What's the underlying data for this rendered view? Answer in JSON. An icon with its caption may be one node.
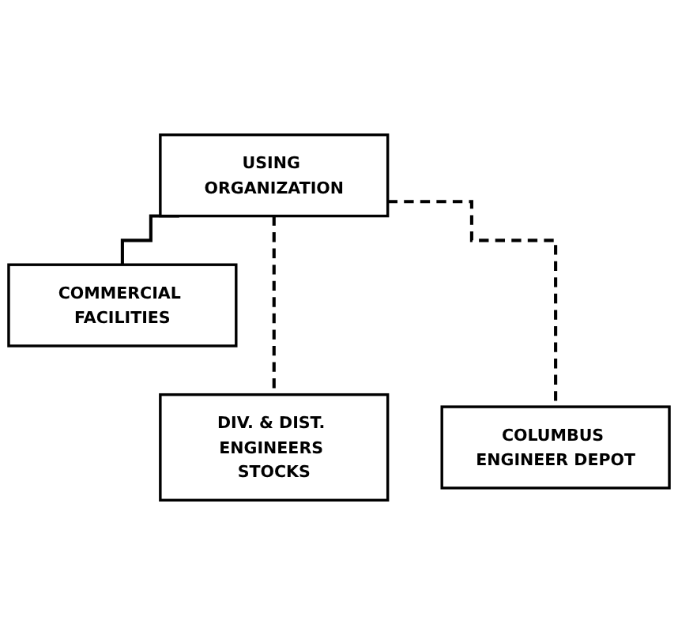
{
  "diagram": {
    "nodes": [
      {
        "text": [
          "USING ORGANIZATION"
        ]
      },
      {
        "text": [
          "COMMERCIAL FACILITIES"
        ]
      },
      {
        "text": [
          "DIV. & DIST. ENGINEERS STOCKS"
        ]
      },
      {
        "text": [
          "COLUMBUS ENGINEER DEPOT"
        ]
      }
    ],
    "edges": [
      {
        "from": 0,
        "to": 2,
        "arrow": "none",
        "style": "dashed"
      },
      {
        "from": 0,
        "to": 1,
        "arrow": "none"
      },
      {
        "from": 0,
        "to": 3,
        "arrow": "none",
        "style": "dashed"
      }
    ]
  }
}
